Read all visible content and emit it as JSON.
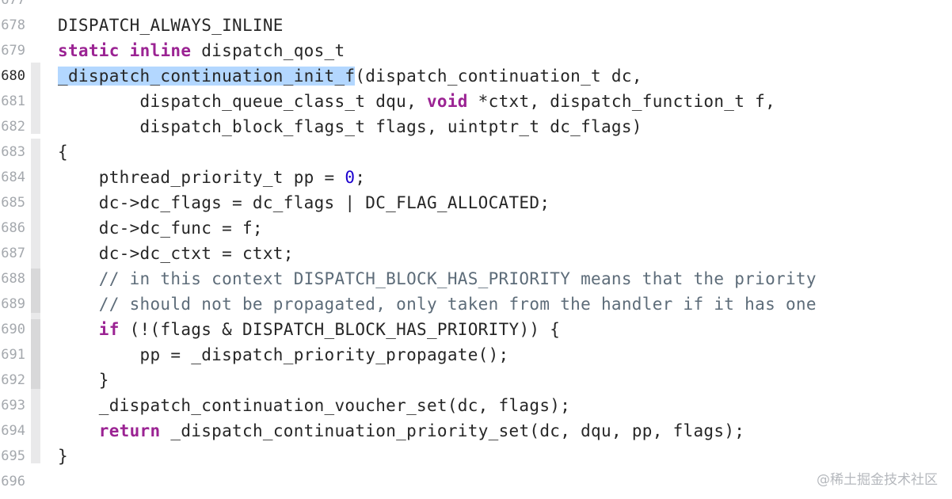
{
  "editor": {
    "lines": [
      {
        "num": "677",
        "tokens": []
      },
      {
        "num": "678",
        "tokens": [
          {
            "t": "DISPATCH_ALWAYS_INLINE",
            "c": ""
          }
        ]
      },
      {
        "num": "679",
        "tokens": [
          {
            "t": "static",
            "c": "kw"
          },
          {
            "t": " ",
            "c": ""
          },
          {
            "t": "inline",
            "c": "kw"
          },
          {
            "t": " dispatch_qos_t",
            "c": ""
          }
        ]
      },
      {
        "num": "680",
        "tokens": [
          {
            "t": "_dispatch_continuation_init_f",
            "c": "sel"
          },
          {
            "t": "(dispatch_continuation_t dc,",
            "c": ""
          }
        ]
      },
      {
        "num": "681",
        "tokens": [
          {
            "t": "        dispatch_queue_class_t dqu, ",
            "c": ""
          },
          {
            "t": "void",
            "c": "kw"
          },
          {
            "t": " *ctxt, dispatch_function_t f,",
            "c": ""
          }
        ]
      },
      {
        "num": "682",
        "tokens": [
          {
            "t": "        dispatch_block_flags_t flags, uintptr_t dc_flags)",
            "c": ""
          }
        ]
      },
      {
        "num": "683",
        "tokens": [
          {
            "t": "{",
            "c": ""
          }
        ]
      },
      {
        "num": "684",
        "tokens": [
          {
            "t": "    pthread_priority_t pp = ",
            "c": ""
          },
          {
            "t": "0",
            "c": "num"
          },
          {
            "t": ";",
            "c": ""
          }
        ]
      },
      {
        "num": "685",
        "tokens": [
          {
            "t": "    dc->dc_flags = dc_flags | DC_FLAG_ALLOCATED;",
            "c": ""
          }
        ]
      },
      {
        "num": "686",
        "tokens": [
          {
            "t": "    dc->dc_func = f;",
            "c": ""
          }
        ]
      },
      {
        "num": "687",
        "tokens": [
          {
            "t": "    dc->dc_ctxt = ctxt;",
            "c": ""
          }
        ]
      },
      {
        "num": "688",
        "tokens": [
          {
            "t": "    // in this context DISPATCH_BLOCK_HAS_PRIORITY means that the priority",
            "c": "cm"
          }
        ]
      },
      {
        "num": "689",
        "tokens": [
          {
            "t": "    // should not be propagated, only taken from the handler if it has one",
            "c": "cm"
          }
        ]
      },
      {
        "num": "690",
        "tokens": [
          {
            "t": "    ",
            "c": ""
          },
          {
            "t": "if",
            "c": "kw"
          },
          {
            "t": " (!(flags & DISPATCH_BLOCK_HAS_PRIORITY)) {",
            "c": ""
          }
        ]
      },
      {
        "num": "691",
        "tokens": [
          {
            "t": "        pp = _dispatch_priority_propagate();",
            "c": ""
          }
        ]
      },
      {
        "num": "692",
        "tokens": [
          {
            "t": "    }",
            "c": ""
          }
        ]
      },
      {
        "num": "693",
        "tokens": [
          {
            "t": "    _dispatch_continuation_voucher_set(dc, flags);",
            "c": ""
          }
        ]
      },
      {
        "num": "694",
        "tokens": [
          {
            "t": "    ",
            "c": ""
          },
          {
            "t": "return",
            "c": "kw"
          },
          {
            "t": " _dispatch_continuation_priority_set(dc, dqu, pp, flags);",
            "c": ""
          }
        ]
      },
      {
        "num": "695",
        "tokens": [
          {
            "t": "}",
            "c": ""
          }
        ]
      },
      {
        "num": "696",
        "tokens": []
      }
    ],
    "current_line": "680"
  },
  "watermark": "@稀土掘金技术社区"
}
